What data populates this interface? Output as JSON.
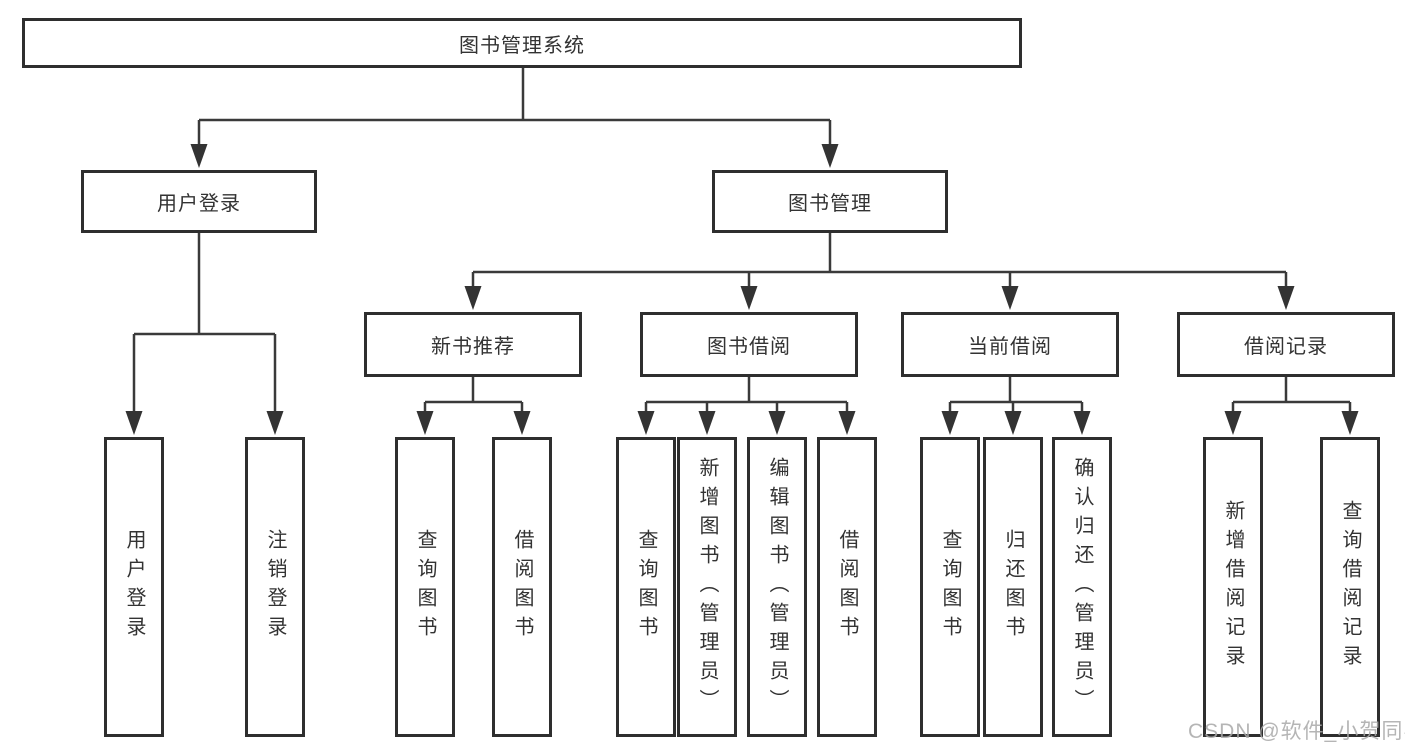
{
  "tree": {
    "root": {
      "label": "图书管理系统"
    },
    "branches": [
      {
        "label": "用户登录",
        "children": [
          {
            "label": "用户登录"
          },
          {
            "label": "注销登录"
          }
        ]
      },
      {
        "label": "图书管理",
        "children": [
          {
            "label": "新书推荐",
            "children": [
              {
                "label": "查询图书"
              },
              {
                "label": "借阅图书"
              }
            ]
          },
          {
            "label": "图书借阅",
            "children": [
              {
                "label": "查询图书"
              },
              {
                "label": "新增图书（管理员）"
              },
              {
                "label": "编辑图书（管理员）"
              },
              {
                "label": "借阅图书"
              }
            ]
          },
          {
            "label": "当前借阅",
            "children": [
              {
                "label": "查询图书"
              },
              {
                "label": "归还图书"
              },
              {
                "label": "确认归还（管理员）"
              }
            ]
          },
          {
            "label": "借阅记录",
            "children": [
              {
                "label": "新增借阅记录"
              },
              {
                "label": "查询借阅记录"
              }
            ]
          }
        ]
      }
    ]
  },
  "watermark": "CSDN @软件_小贺同学",
  "colors": {
    "line": "#3a3a3a",
    "box_border": "#2e2e2e",
    "text": "#333333",
    "watermark": "#a9a9a9",
    "background": "#ffffff"
  }
}
